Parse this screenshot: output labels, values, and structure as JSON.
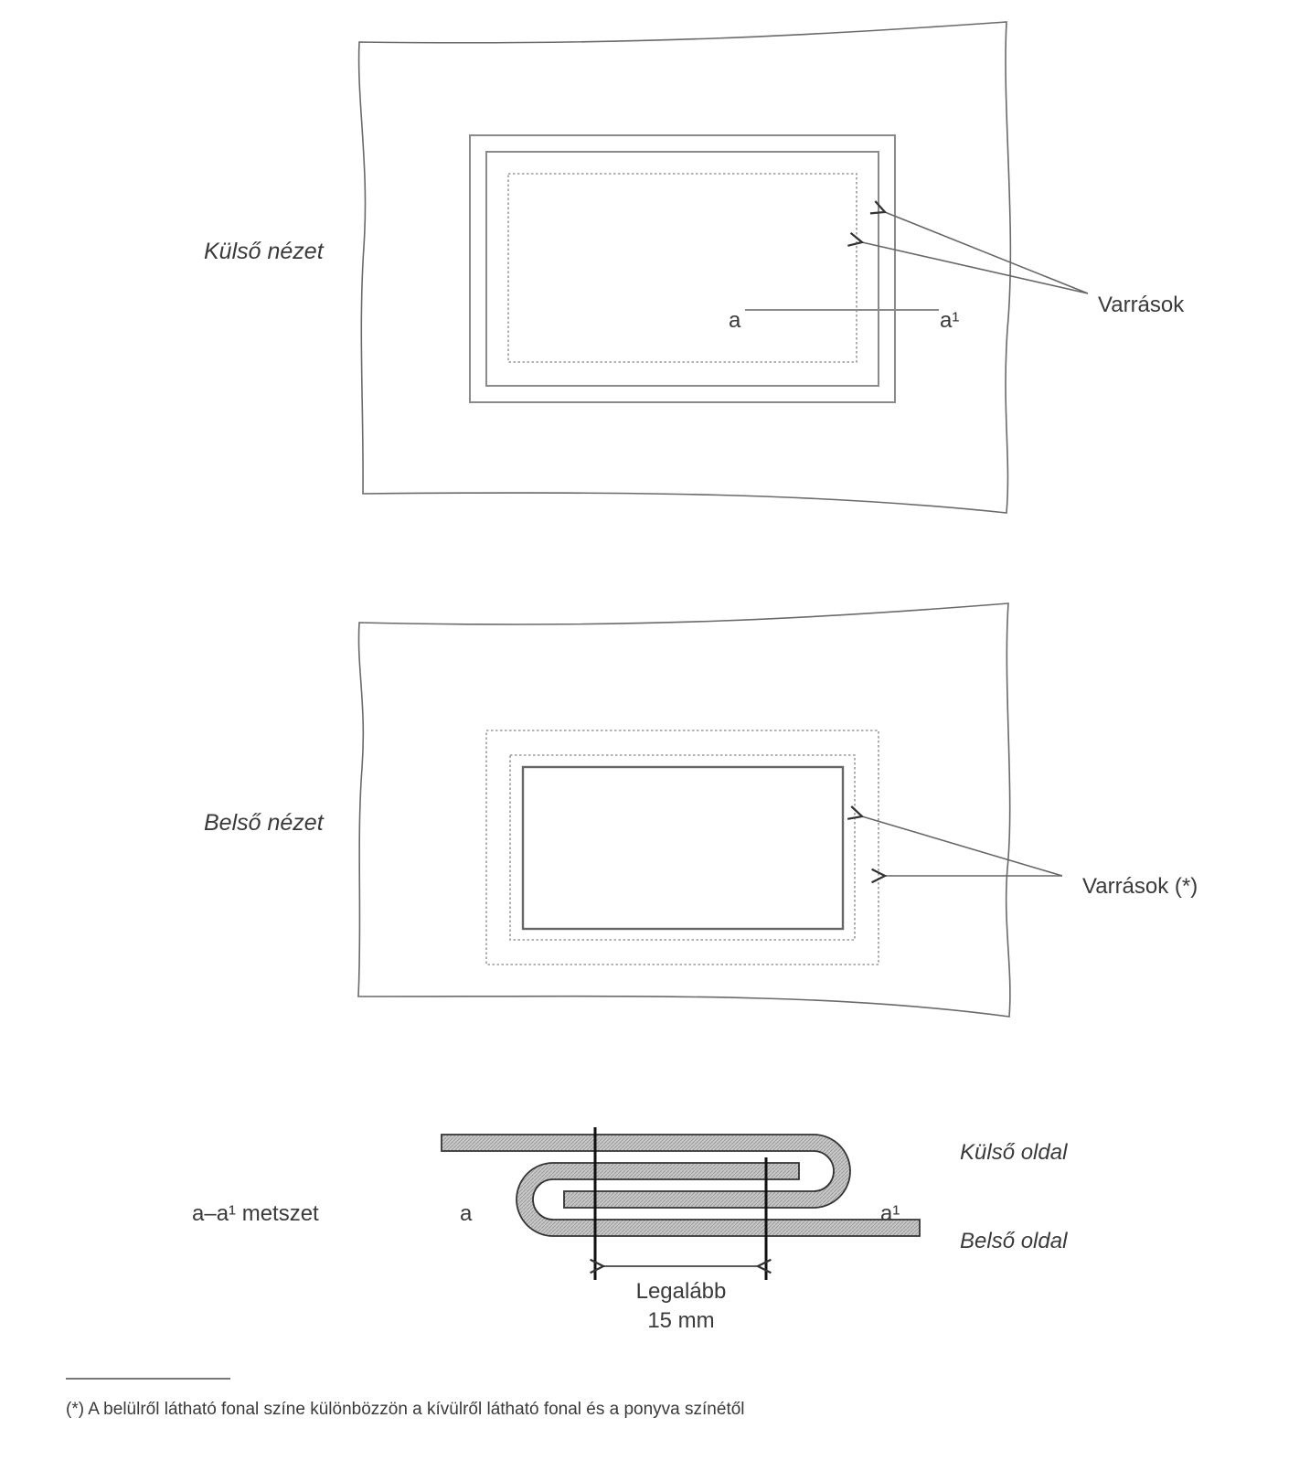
{
  "views": {
    "outer": {
      "label": "Külső nézet",
      "seams_label": "Varrások",
      "cut_start": "a",
      "cut_end": "a¹"
    },
    "inner": {
      "label": "Belső nézet",
      "seams_label": "Varrások (*)"
    }
  },
  "section": {
    "label": "a–a¹ metszet",
    "end_a": "a",
    "end_a1": "a¹",
    "outer_side": "Külső oldal",
    "inner_side": "Belső oldal",
    "dimension_line1": "Legalább",
    "dimension_line2": "15 mm"
  },
  "footnote": {
    "text": "(*)  A belülről látható fonal színe különbözzön a kívülről látható fonal és a ponyva színétől"
  }
}
